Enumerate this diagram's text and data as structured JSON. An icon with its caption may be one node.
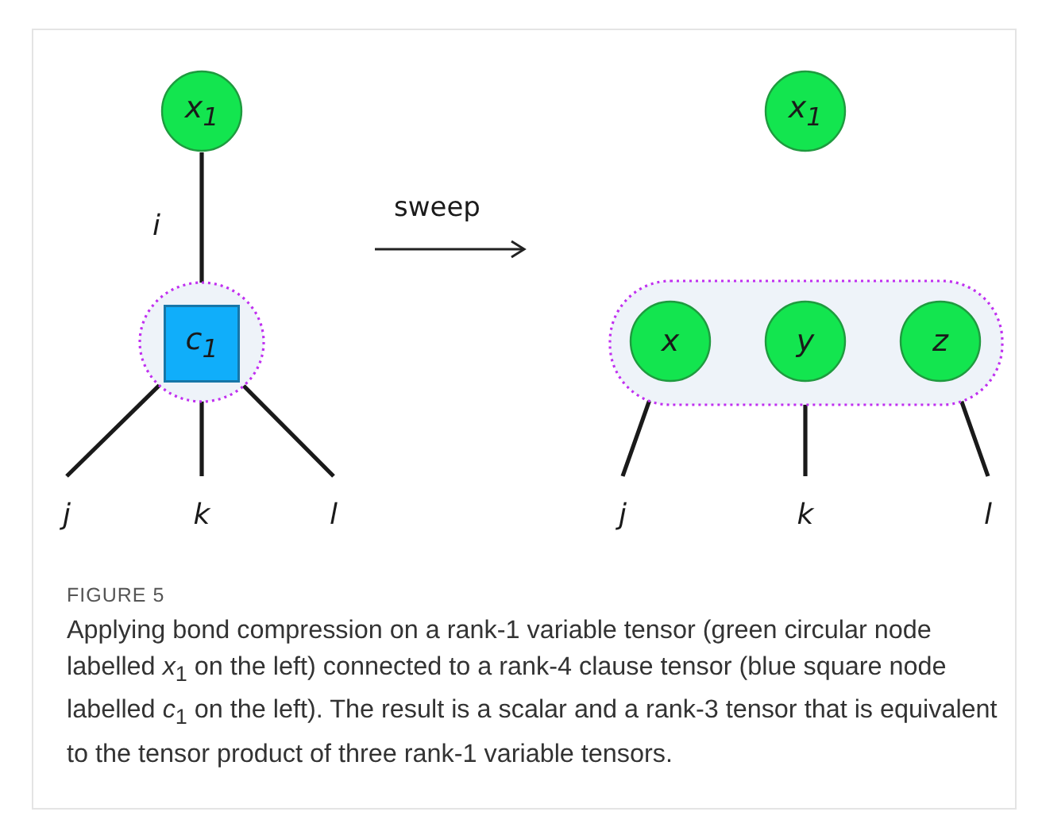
{
  "diagram": {
    "title": "FIGURE 5",
    "caption": "Applying bond compression on a rank-1 variable tensor (green circular node labelled *x*$_{1}$ on the left) connected to a rank-4 clause tensor (blue square node labelled *c*$_{1}$ on the left). The result is a scalar and a rank-3 tensor that is equivalent to the tensor product of three rank-1 variable tensors.",
    "nodes": [
      {
        "text": [
          "*x*$_{1}$"
        ]
      },
      {
        "text": [],
        "shape": "ellipse"
      },
      {
        "text": [
          "*c*$_{1}$"
        ],
        "in": 1
      },
      {
        "text": [
          "j"
        ]
      },
      {
        "text": [
          "k"
        ]
      },
      {
        "text": [
          "l"
        ]
      },
      {
        "text": [
          "*x*$_{1}$"
        ]
      },
      {
        "text": [],
        "shape": "box"
      },
      {
        "text": [
          "x"
        ],
        "in": 7
      },
      {
        "text": [
          "y"
        ],
        "in": 7
      },
      {
        "text": [
          "z"
        ],
        "in": 7
      },
      {
        "text": [
          "j"
        ]
      },
      {
        "text": [
          "k"
        ]
      },
      {
        "text": [
          "l"
        ]
      }
    ],
    "edges": [
      {
        "from": 0,
        "to": 2,
        "arrow": "none",
        "label": "i"
      },
      {
        "from": 2,
        "to": 3,
        "arrow": "none"
      },
      {
        "from": 2,
        "to": 4,
        "arrow": "none"
      },
      {
        "from": 2,
        "to": 5,
        "arrow": "none"
      },
      {
        "from": 8,
        "to": 11,
        "arrow": "none"
      },
      {
        "from": 9,
        "to": 12,
        "arrow": "none"
      },
      {
        "from": 10,
        "to": 13,
        "arrow": "none"
      }
    ],
    "labels": [
      "sweep"
    ]
  }
}
